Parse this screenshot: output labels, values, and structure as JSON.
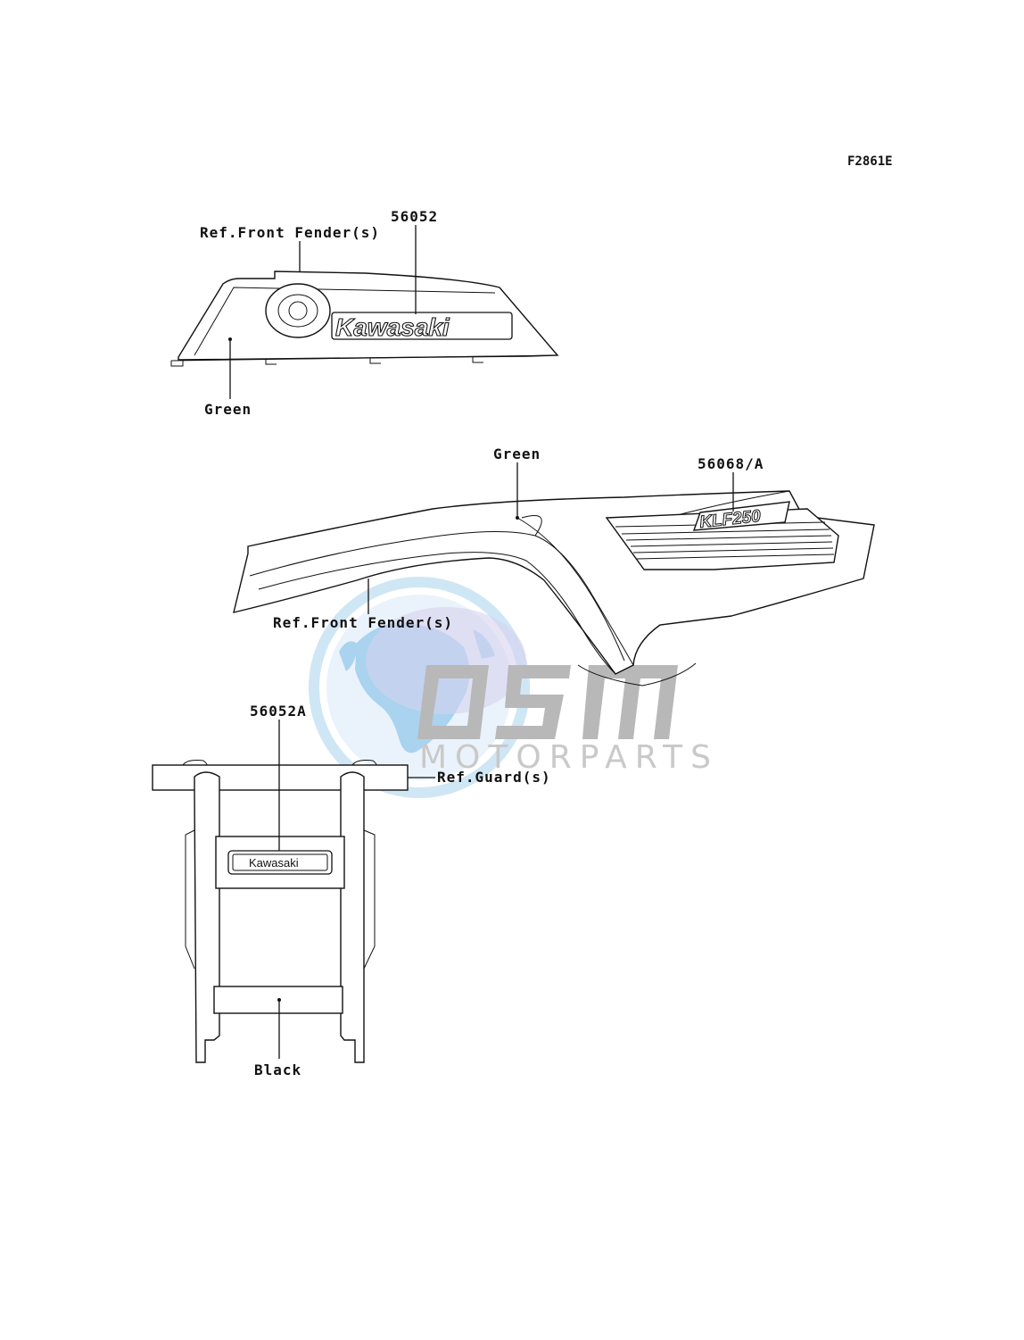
{
  "figure": {
    "code": "F2861E"
  },
  "watermark": {
    "brand": "OSM",
    "tagline": "MOTORPARTS"
  },
  "decal_1": {
    "part_number": "56052",
    "ref_label": "Ref.Front Fender(s)",
    "color_label": "Green",
    "logo_text": "Kawasaki"
  },
  "decal_2": {
    "part_number": "56068/A",
    "ref_label": "Ref.Front Fender(s)",
    "color_label": "Green",
    "model_text": "KLF250"
  },
  "decal_3": {
    "part_number": "56052A",
    "ref_label": "Ref.Guard(s)",
    "color_label": "Black",
    "logo_text": "Kawasaki"
  }
}
